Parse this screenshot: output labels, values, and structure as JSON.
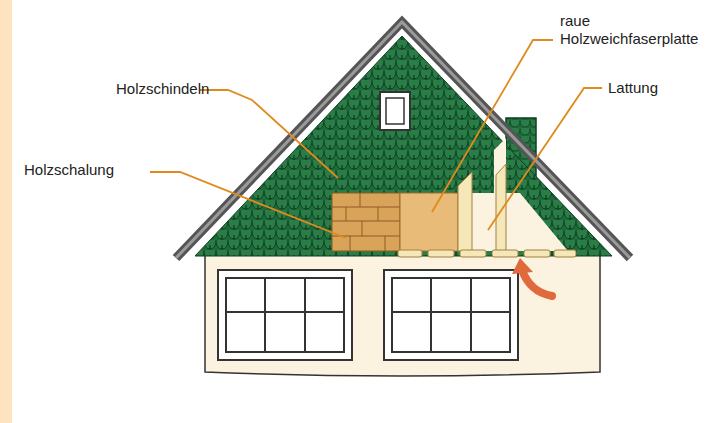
{
  "diagram": {
    "labels": [
      "Holzschindeln",
      "Holzschalung",
      "raue Holzweichfaserplatte",
      "Lattung"
    ]
  }
}
